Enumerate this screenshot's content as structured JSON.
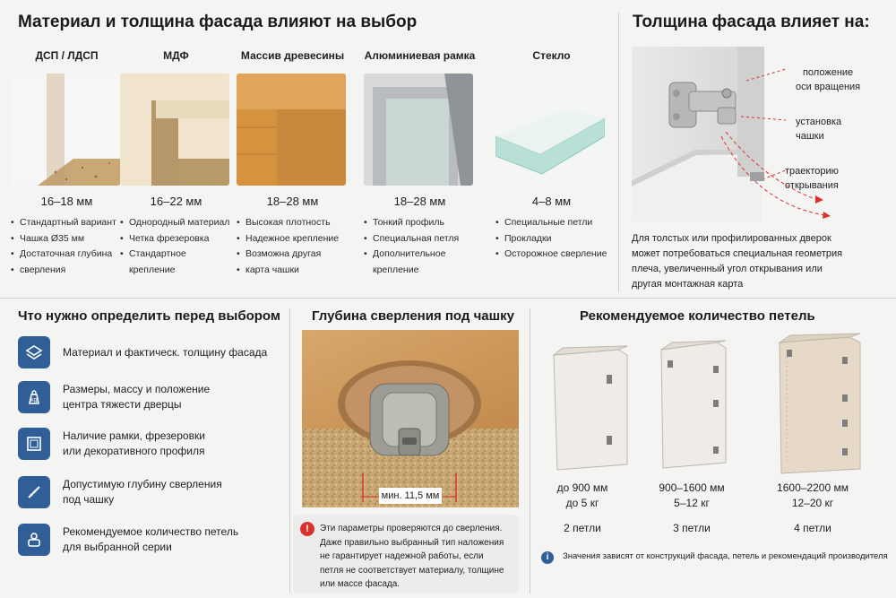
{
  "materials_section": {
    "title": "Материал и толщина фасада влияют на выбор",
    "items": [
      {
        "name": "ДСП / ЛДСП",
        "thickness": "16–18 мм",
        "bullets": [
          "Стандартный вариант",
          "Чашка Ø35 мм",
          "Достаточная глубина",
          "сверления"
        ]
      },
      {
        "name": "МДФ",
        "thickness": "16–22 мм",
        "bullets": [
          "Однородный материал",
          "Четка фрезеровка",
          "Стандартное крепление"
        ]
      },
      {
        "name": "Массив древесины",
        "thickness": "18–28 мм",
        "bullets": [
          "Высокая плотность",
          "Надежное крепление",
          "Возможна другая",
          "карта чашки"
        ]
      },
      {
        "name": "Алюминиевая рамка",
        "thickness": "18–28 мм",
        "bullets": [
          "Тонкий профиль",
          "Специальная петля",
          "Дополнительное крепление"
        ]
      },
      {
        "name": "Стекло",
        "thickness": "4–8 мм",
        "bullets": [
          "Специальные петли",
          "Прокладки",
          "Осторожное сверление"
        ]
      }
    ]
  },
  "thickness_section": {
    "title": "Толщина фасада влияет на:",
    "labels": [
      "положение",
      "оси вращения",
      "установка",
      "чашки",
      "траекторию",
      "открывания"
    ],
    "note_lines": [
      "Для толстых или профилированных дверок",
      "может потребоваться специальная геометрия",
      "плеча, увеличенный угол открывания или",
      "другая монтажная карта"
    ]
  },
  "checklist_section": {
    "title": "Что нужно определить перед выбором",
    "items": [
      {
        "icon": "layers-icon",
        "lines": [
          "Материал и фактическ. толщину фасада"
        ]
      },
      {
        "icon": "weight-icon",
        "lines": [
          "Размеры, массу и положение",
          "центра тяжести дверцы"
        ]
      },
      {
        "icon": "frame-icon",
        "lines": [
          "Наличие рамки, фрезеровки",
          "или декоративного профиля"
        ]
      },
      {
        "icon": "drill-icon",
        "lines": [
          "Допустимую глубину сверления",
          "под чашку"
        ]
      },
      {
        "icon": "hinge-icon",
        "lines": [
          "Рекомендуемое количество петель",
          "для выбранной серии"
        ]
      }
    ]
  },
  "depth_section": {
    "title": "Глубина сверления под чашку",
    "measure": "мин. 11,5 мм",
    "warning_lines": [
      "Эти параметры проверяются до сверления.",
      "Даже правильно выбранный тип наложения",
      "не гарантирует надежной работы, если",
      "петля не соответствует материалу, толщине",
      "или массе фасада."
    ]
  },
  "hinges_section": {
    "title": "Рекомендуемое количество петель",
    "cabinets": [
      {
        "size": "до 900 мм",
        "weight": "до 5 кг",
        "count": "2 петли"
      },
      {
        "size": "900–1600 мм",
        "weight": "5–12 кг",
        "count": "3 петли"
      },
      {
        "size": "1600–2200 мм",
        "weight": "12–20 кг",
        "count": "4 петли"
      }
    ],
    "info": "Значения зависят от конструкций фасада, петель и рекомендаций производителя"
  },
  "colors": {
    "accent_blue": "#2f5f96",
    "alert_red": "#d9322e",
    "arrow_red": "#d9322e"
  }
}
